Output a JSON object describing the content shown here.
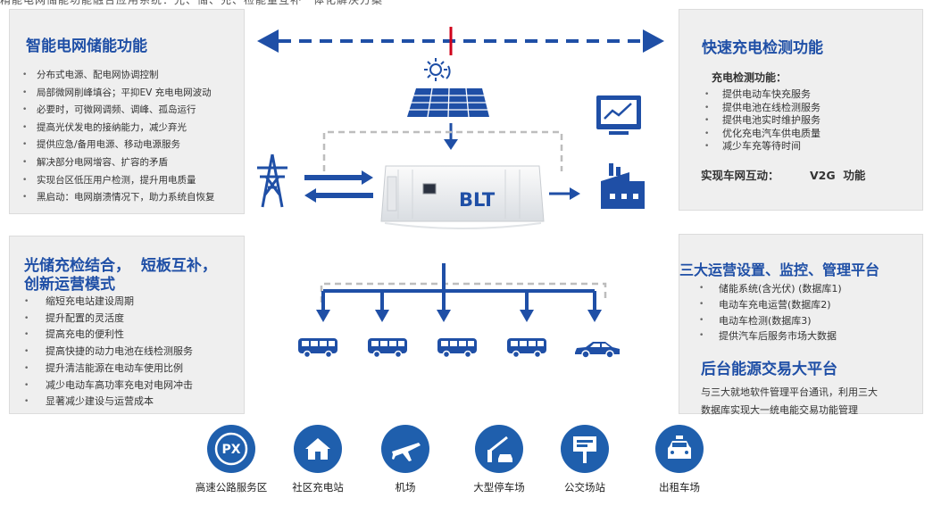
{
  "top_cut_text": "精能电网储能功能融合应用系统：光、储、充、检能量互补一体化解决方案",
  "panel_tl": {
    "title": "智能电网储能功能",
    "items": [
      "分布式电源、配电网协调控制",
      "局部微网削峰填谷；平抑EV 充电电网波动",
      "必要时，可微网调频、调峰、孤岛运行",
      "提高光伏发电的接纳能力，减少弃光",
      "提供应急/备用电源、移动电源服务",
      "解决部分电网增容、扩容的矛盾",
      "实现台区低压用户检测，提升用电质量",
      "黑启动：电网崩溃情况下，助力系统自恢复"
    ]
  },
  "panel_tr": {
    "title": "快速充电检测功能",
    "subtitle": "充电检测功能：",
    "items": [
      "提供电动车快充服务",
      "提供电池在线检测服务",
      "提供电池实时维护服务",
      "优化充电汽车供电质量",
      "减少车充等待时间"
    ],
    "v2g_label": "实现车网互动：",
    "v2g_value": "V2G  功能"
  },
  "panel_bl": {
    "title_line1": "光储充检结合，  短板互补，",
    "title_line2": "创新运营模式",
    "items": [
      "缩短充电站建设周期",
      "提升配置的灵活度",
      "提高充电的便利性",
      "提高快捷的动力电池在线检测服务",
      "提升清洁能源在电动车使用比例",
      "减少电动车高功率充电对电网冲击",
      "显著减少建设与运营成本"
    ]
  },
  "panel_br": {
    "title": "三大运营设置、监控、管理平台",
    "items": [
      "储能系统(含光伏) (数据库1)",
      "电动车充电运营(数据库2)",
      "电动车检测(数据库3)",
      "提供汽车后服务市场大数据"
    ],
    "title2": "后台能源交易大平台",
    "desc_line1": "与三大就地软件管理平台通讯，利用三大",
    "desc_line2": "数据库实现大一统电能交易功能管理"
  },
  "container": {
    "logo": "BLT"
  },
  "categories": [
    {
      "label": "高速公路服务区",
      "icon": "px-icon",
      "text": "PX"
    },
    {
      "label": "社区充电站",
      "icon": "house-icon"
    },
    {
      "label": "机场",
      "icon": "airplane-icon"
    },
    {
      "label": "大型停车场",
      "icon": "parking-gate-icon"
    },
    {
      "label": "公交场站",
      "icon": "bus-stop-icon"
    },
    {
      "label": "出租车场",
      "icon": "taxi-icon"
    }
  ],
  "colors": {
    "blue": "#1f4fa6",
    "panel_bg": "#efefef",
    "red": "#d0021b",
    "gray_line": "#bdbdbd"
  }
}
